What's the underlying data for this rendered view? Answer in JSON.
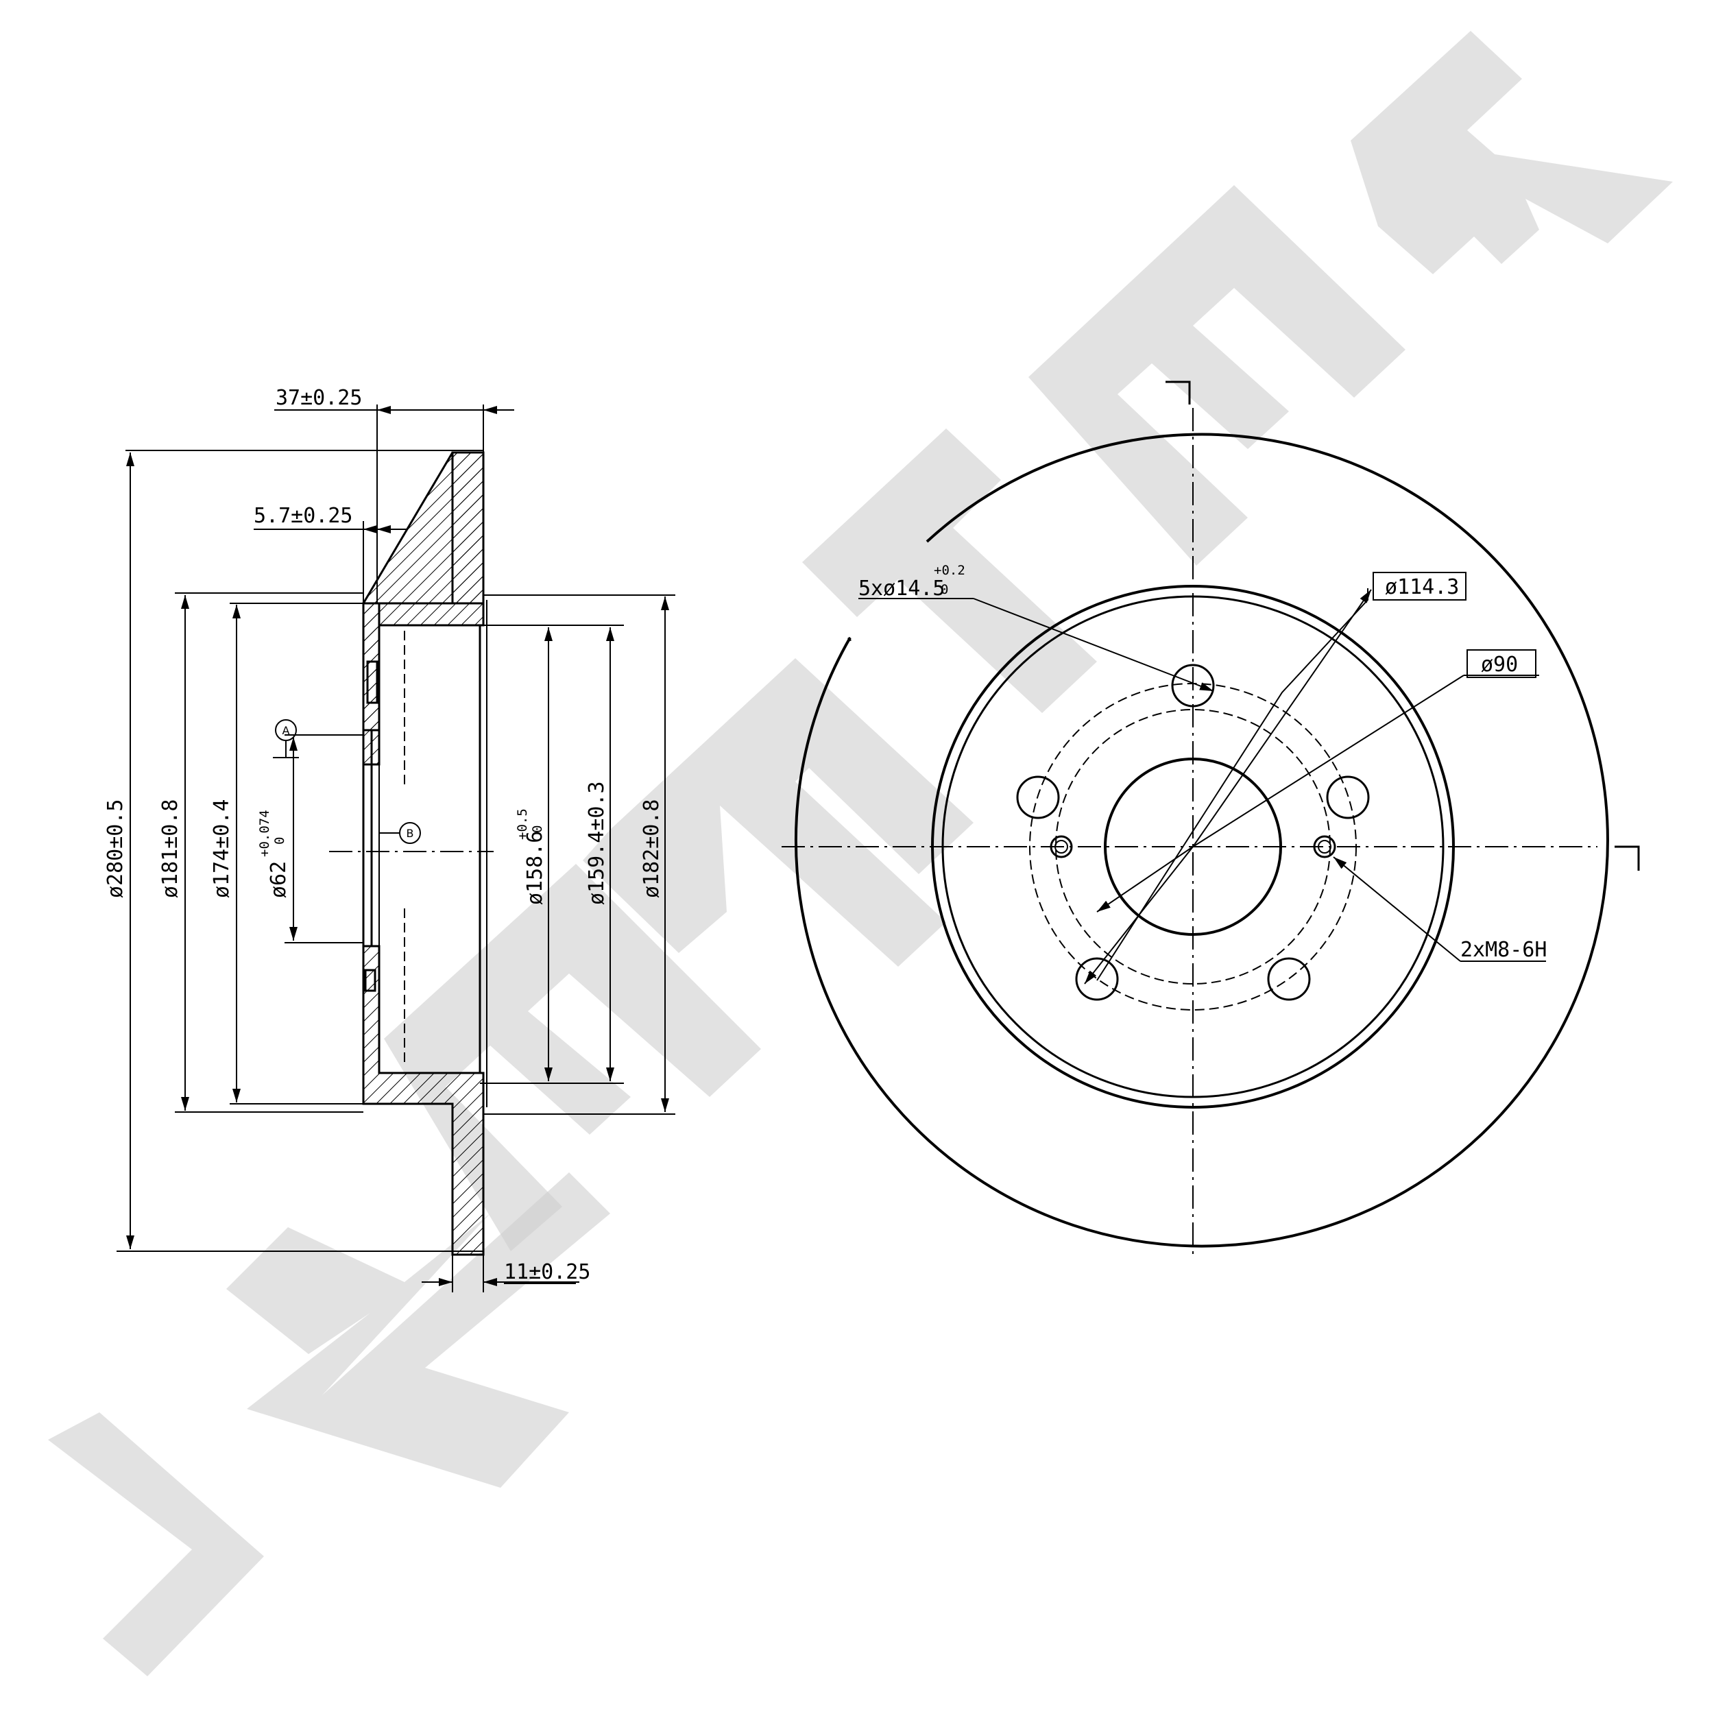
{
  "watermark": "ZENTEK",
  "section_view": {
    "dim_width_top": "37±0.25",
    "dim_thickness": "5.7±0.25",
    "dim_disc_thickness": "11±0.25",
    "dia_outer": "ø280±0.5",
    "dia_181": "ø181±0.8",
    "dia_174": "ø174±0.4",
    "dia_bore": "ø62",
    "dia_bore_tol_upper": "+0.074",
    "dia_bore_tol_lower": "0",
    "dia_158": "ø158.6",
    "dia_158_tol_upper": "+0.5",
    "dia_158_tol_lower": "0",
    "dia_159": "ø159.4±0.3",
    "dia_182": "ø182±0.8",
    "datum_a": "A",
    "datum_b": "B"
  },
  "front_view": {
    "holes_label": "5xø14.5",
    "holes_tol_upper": "+0.2",
    "holes_tol_lower": "0",
    "pcd_label": "ø114.3",
    "center_dia_label": "ø90",
    "thread_label": "2xM8-6H"
  }
}
